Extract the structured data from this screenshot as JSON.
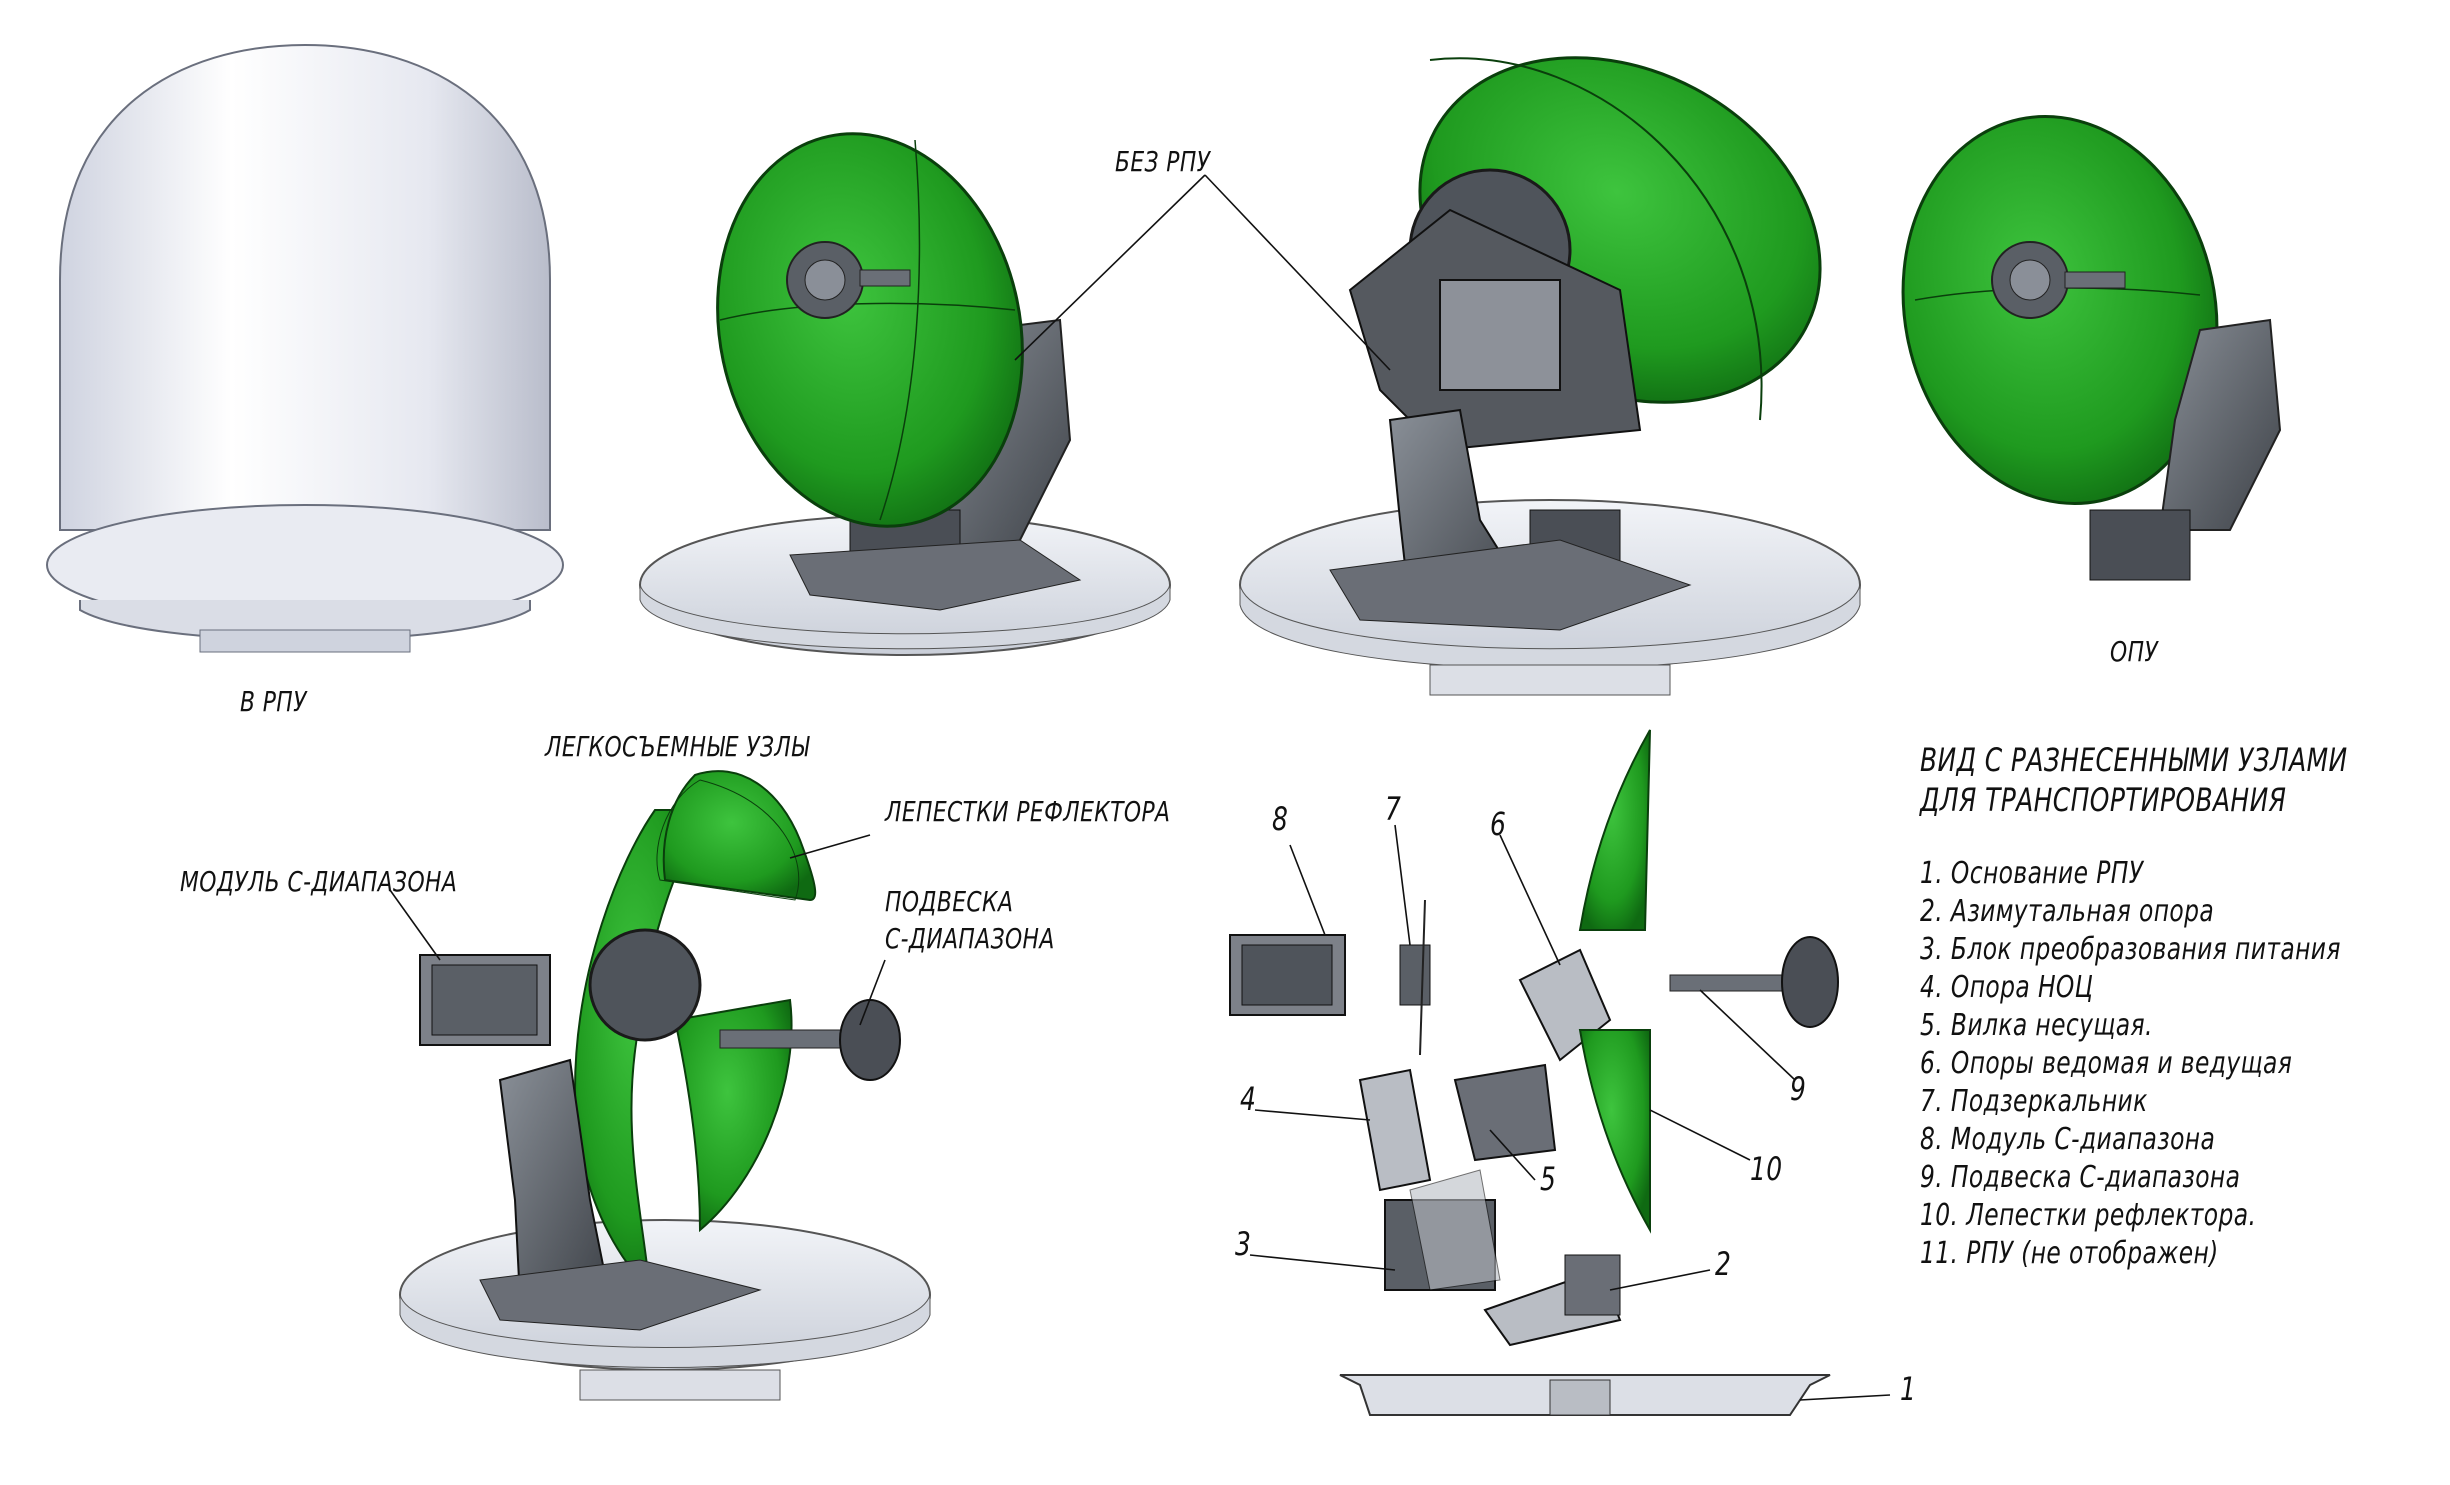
{
  "views": {
    "with_radome": "В РПУ",
    "without_radome": "БЕЗ РПУ",
    "opu": "ОПУ"
  },
  "callouts": {
    "quick_release": "ЛЕГКОСЪЕМНЫЕ УЗЛЫ",
    "reflector_petals": "ЛЕПЕСТКИ РЕФЛЕКТОРА",
    "c_band_module": "МОДУЛЬ С-ДИАПАЗОНА",
    "c_band_mount_line1": "ПОДВЕСКА",
    "c_band_mount_line2": "С-ДИАПАЗОНА"
  },
  "exploded_numbers": [
    "1",
    "2",
    "3",
    "4",
    "5",
    "6",
    "7",
    "8",
    "9",
    "10"
  ],
  "legend": {
    "title_line1": "ВИД С РАЗНЕСЕННЫМИ УЗЛАМИ",
    "title_line2": "ДЛЯ ТРАНСПОРТИРОВАНИЯ",
    "items": [
      "1. Основание РПУ",
      "2. Азимутальная опора",
      "3. Блок преобразования питания",
      "4. Опора НОЦ",
      "5. Вилка несущая.",
      "6. Опоры ведомая и ведущая",
      "7. Подзеркальник",
      "8. Модуль С-диапазона",
      "9. Подвеска С-диапазона",
      "10. Лепестки рефлектора.",
      "11. РПУ (не отображен)"
    ]
  },
  "colors": {
    "reflector_green": "#1f9a1f",
    "reflector_dark": "#0f6a12",
    "mechanism_gray": "#5a5f66",
    "radome": "#eef0f6",
    "base_plate": "#dfe3ea"
  }
}
